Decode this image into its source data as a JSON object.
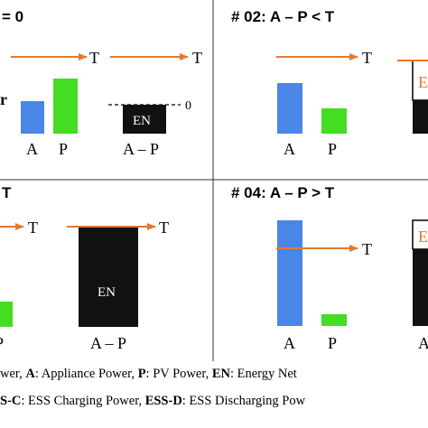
{
  "panels": {
    "p1": {
      "title": "= 0",
      "arrow_label": "T",
      "arrow2_label": "T",
      "zero_label": "0",
      "side_fragment": "r",
      "box_label": "EN",
      "bar_labels": [
        "A",
        "P",
        "A – P"
      ]
    },
    "p2": {
      "title": "# 02: A – P < T",
      "arrow_label": "T",
      "bar_labels": [
        "A",
        "P"
      ],
      "clipped_fragment": "E"
    },
    "p3": {
      "title": "T",
      "arrow_label": "T",
      "arrow2_label": "T",
      "box_label": "EN",
      "bar_labels": [
        "P",
        "A – P"
      ]
    },
    "p4": {
      "title": "# 04: A – P > T",
      "arrow_label": "T",
      "bar_labels": [
        "A",
        "P",
        "A"
      ],
      "clipped_fragment": "E"
    }
  },
  "legend": {
    "line1": [
      {
        "text": "wer, "
      },
      {
        "key": "A",
        "text": ": Appliance Power, "
      },
      {
        "key": "P",
        "text": ": PV Power, "
      },
      {
        "key": "EN",
        "text": ": Energy Net"
      }
    ],
    "line2": [
      {
        "key": "S-C",
        "text": ": ESS Charging Power, "
      },
      {
        "key": "ESS-D",
        "text": ": ESS Discharging Pow"
      }
    ]
  },
  "colors": {
    "appliance": "#4a86e8",
    "pv": "#44dd22",
    "energy_net": "#111111",
    "threshold_arrow": "#e8772e"
  }
}
